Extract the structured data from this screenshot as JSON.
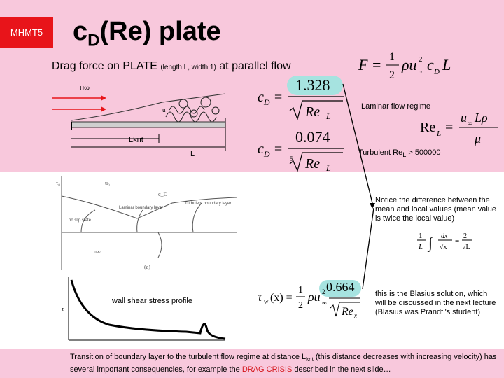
{
  "badge": "MHMT5",
  "title": {
    "main": "c",
    "sub": "D",
    "rest": "(Re) plate"
  },
  "subtitle": {
    "part1": "Drag force on PLATE ",
    "part2": "(length L, width 1)",
    "part3": " at parallel flow"
  },
  "sketch": {
    "u_inf": "u∞",
    "l_crit": "Lkrit",
    "l": "L"
  },
  "formulas": {
    "drag_force": "F = ½ ρ u∞² c_D L",
    "laminar_num": "1.328",
    "turbulent_num": "0.074",
    "reynolds": "Re_L = u∞ L ρ / μ",
    "local_num": "0.664"
  },
  "labels": {
    "laminar": "Laminar flow regime",
    "turbulent_main": "Turbulent Re",
    "turbulent_sub": "L",
    "turbulent_tail": " > 500000",
    "notice": "Notice the difference between the mean and local values (mean value is twice the local value)",
    "blasius": "this is the Blasius solution, which will be discussed in the next lecture (Blasius was Prandtl's student)",
    "shear_profile": "wall shear stress profile"
  },
  "figure": {
    "laminar_bl": "Laminar boundary layer",
    "turbulent_bl": "Turbulent boundary layer",
    "no_slip": "no slip state"
  },
  "caption": {
    "part1": "Transition of boundary layer to the turbulent flow regime at distance L",
    "part1_sub": "krit",
    "part2": " (this distance decreases with increasing velocity) has several important consequencies, for example the ",
    "red": "DRAG CRISIS",
    "part3": " described in the next slide…"
  }
}
